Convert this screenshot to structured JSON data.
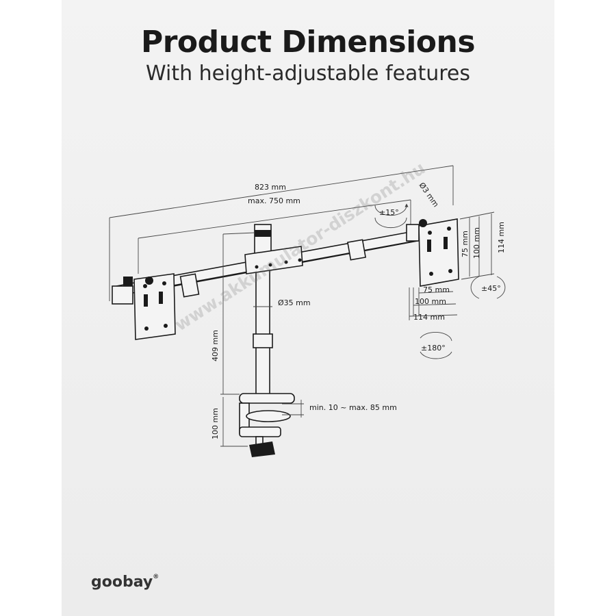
{
  "header": {
    "title": "Product Dimensions",
    "subtitle": "With height-adjustable features"
  },
  "dimensions": {
    "total_width": "823 mm",
    "max_arm_width": "max. 750 mm",
    "pole_height": "409 mm",
    "clamp_height": "100 mm",
    "pole_diameter": "Ø35 mm",
    "clamp_range": "min. 10 ~ max. 85 mm",
    "arm_thickness": "Ø3 mm",
    "vesa_w_75": "75 mm",
    "vesa_w_100": "100 mm",
    "vesa_w_114": "114 mm",
    "vesa_h_75": "75 mm",
    "vesa_h_100": "100 mm",
    "vesa_h_114": "114 mm"
  },
  "rotation": {
    "tilt": "±15°",
    "swivel": "±45°",
    "rotate": "±180°"
  },
  "brand": {
    "logo": "goobay",
    "registered": "®"
  },
  "watermark": {
    "text": "www.akkumulator-diszkont.hu"
  },
  "colors": {
    "background": "#ececec",
    "ink": "#1a1a1a"
  }
}
